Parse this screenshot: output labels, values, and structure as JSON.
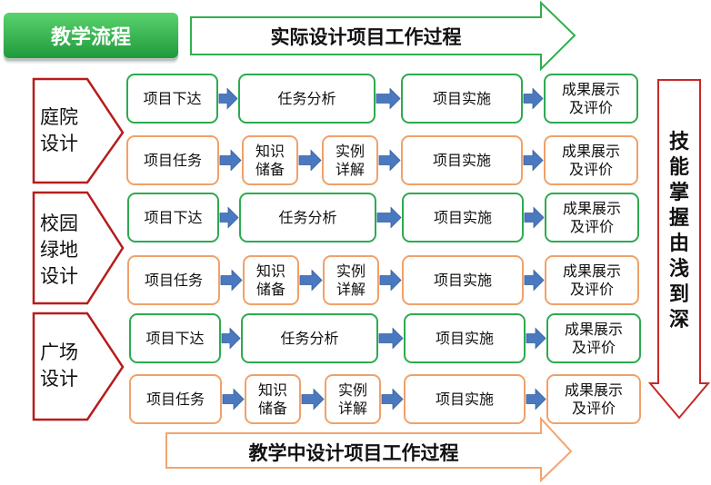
{
  "title": "教学流程",
  "top_arrow_label": "实际设计项目工作过程",
  "bottom_arrow_label": "教学中设计项目工作过程",
  "right_arrow_label": "技能掌握由浅到深",
  "colors": {
    "title_green": "#27a844",
    "green_border": "#2daa4f",
    "orange_border": "#f0a16a",
    "arrow_blue": "#4a79c0",
    "chevron_red": "#b71c1c"
  },
  "sections": [
    {
      "name": "庭院\n设计",
      "rows": [
        {
          "type": "green",
          "steps": [
            "项目下达",
            "任务分析",
            "项目实施",
            "成果展示\n及评价"
          ]
        },
        {
          "type": "orange",
          "steps": [
            "项目任务",
            "知识\n储备",
            "实例\n详解",
            "项目实施",
            "成果展示\n及评价"
          ]
        }
      ]
    },
    {
      "name": "校园\n绿地\n设计",
      "rows": [
        {
          "type": "green",
          "steps": [
            "项目下达",
            "任务分析",
            "项目实施",
            "成果展示\n及评价"
          ]
        },
        {
          "type": "orange",
          "steps": [
            "项目任务",
            "知识\n储备",
            "实例\n详解",
            "项目实施",
            "成果展示\n及评价"
          ]
        }
      ]
    },
    {
      "name": "广场\n设计",
      "rows": [
        {
          "type": "green",
          "steps": [
            "项目下达",
            "任务分析",
            "项目实施",
            "成果展示\n及评价"
          ]
        },
        {
          "type": "orange",
          "steps": [
            "项目任务",
            "知识\n储备",
            "实例\n详解",
            "项目实施",
            "成果展示\n及评价"
          ]
        }
      ]
    }
  ]
}
